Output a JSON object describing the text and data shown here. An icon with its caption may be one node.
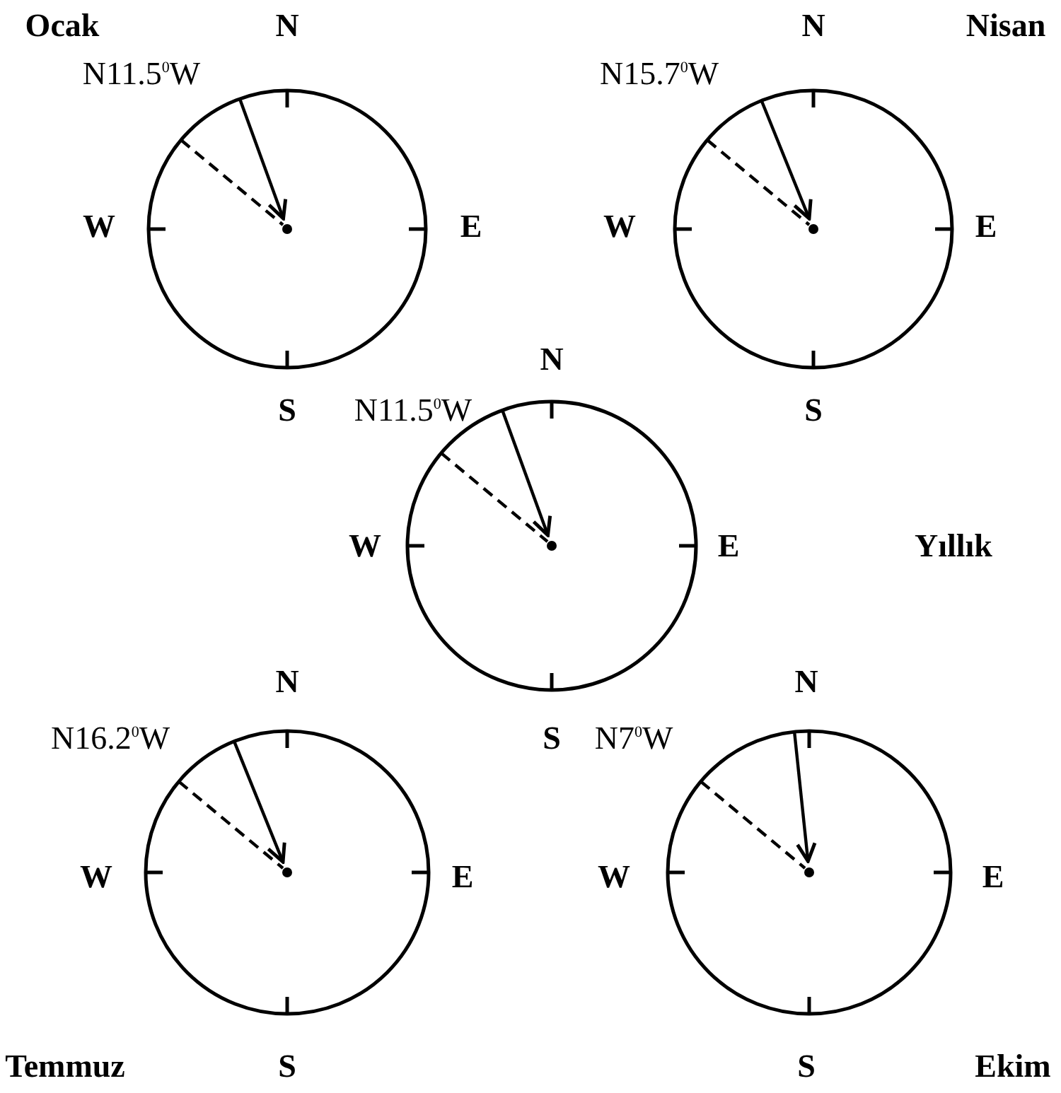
{
  "diagram": {
    "labels": [
      "Ocak",
      "N",
      "N",
      "Nisan",
      "N11.5$^{0}$W",
      "N15.7$^{0}$W",
      "W",
      "E",
      "W",
      "E",
      "N",
      "S",
      "N11.5$^{0}$W",
      "S",
      "W",
      "E",
      "Yıllık",
      "N",
      "N",
      "N16.2$^{0}$W",
      "S",
      "N7$^{0}$W",
      "W",
      "E",
      "W",
      "E",
      "Temmuz",
      "S",
      "S",
      "Ekim"
    ]
  }
}
